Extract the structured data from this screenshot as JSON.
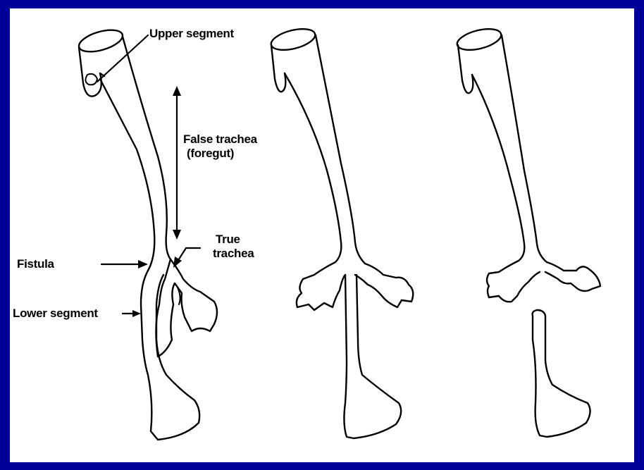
{
  "frame": {
    "border_color": "#000099",
    "background": "#ffffff",
    "ink": "#000000"
  },
  "labels": {
    "upper_segment": "Upper segment",
    "false_trachea_line1": "False trachea",
    "false_trachea_line2": "(foregut)",
    "true_trachea_line1": "True",
    "true_trachea_line2": "trachea",
    "fistula": "Fistula",
    "lower_segment": "Lower segment"
  }
}
